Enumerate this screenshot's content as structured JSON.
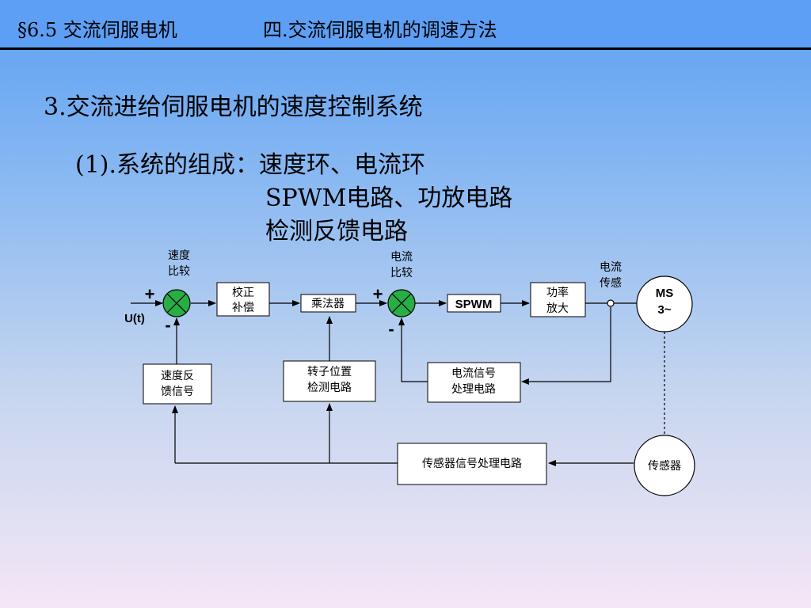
{
  "header": {
    "section": "§6.5 交流伺服电机",
    "topic": "四.交流伺服电机的调速方法"
  },
  "content": {
    "title": "3.交流进给伺服电机的速度控制系统",
    "line1": "(1).系统的组成：速度环、电流环",
    "line2": "SPWM电路、功放电路",
    "line3": "检测反馈电路"
  },
  "diagram": {
    "speed_compare": [
      "速度",
      "比较"
    ],
    "current_compare": [
      "电流",
      "比较"
    ],
    "current_sense": [
      "电流",
      "传感"
    ],
    "input_label": "U(t)",
    "plus": "+",
    "minus": "-",
    "corrector": [
      "校正",
      "补偿"
    ],
    "multiplier": "乘法器",
    "spwm": "SPWM",
    "power_amp": [
      "功率",
      "放大"
    ],
    "motor": [
      "MS",
      "3~"
    ],
    "speed_feedback": [
      "速度反",
      "馈信号"
    ],
    "rotor_detect": [
      "转子位置",
      "检测电路"
    ],
    "current_proc": [
      "电流信号",
      "处理电路"
    ],
    "sensor_proc": "传感器信号处理电路",
    "sensor": "传感器"
  },
  "colors": {
    "summing_junction": "#27ae47",
    "header_bg": "#5d9ff5"
  }
}
